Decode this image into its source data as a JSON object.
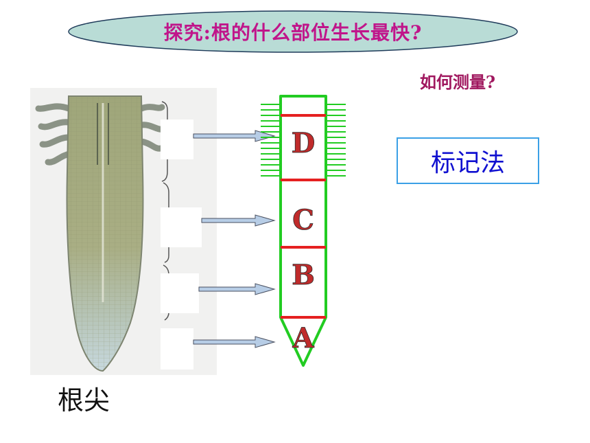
{
  "title": "探究:根的什么部位生长最快?",
  "question": "如何测量?",
  "method": "标记法",
  "root_label": "根尖",
  "zones": [
    {
      "letter": "D"
    },
    {
      "letter": "C"
    },
    {
      "letter": "B"
    },
    {
      "letter": "A"
    }
  ],
  "colors": {
    "title_text": "#c0158a",
    "oval_fill": "#b9dcd6",
    "outline_green": "#22cc22",
    "divider_red": "#e52020",
    "method_text": "#1010d0",
    "method_border": "#3aa0e6",
    "arrow_fill": "#b7cde6"
  },
  "icons": [
    "arrow-right-icon"
  ]
}
